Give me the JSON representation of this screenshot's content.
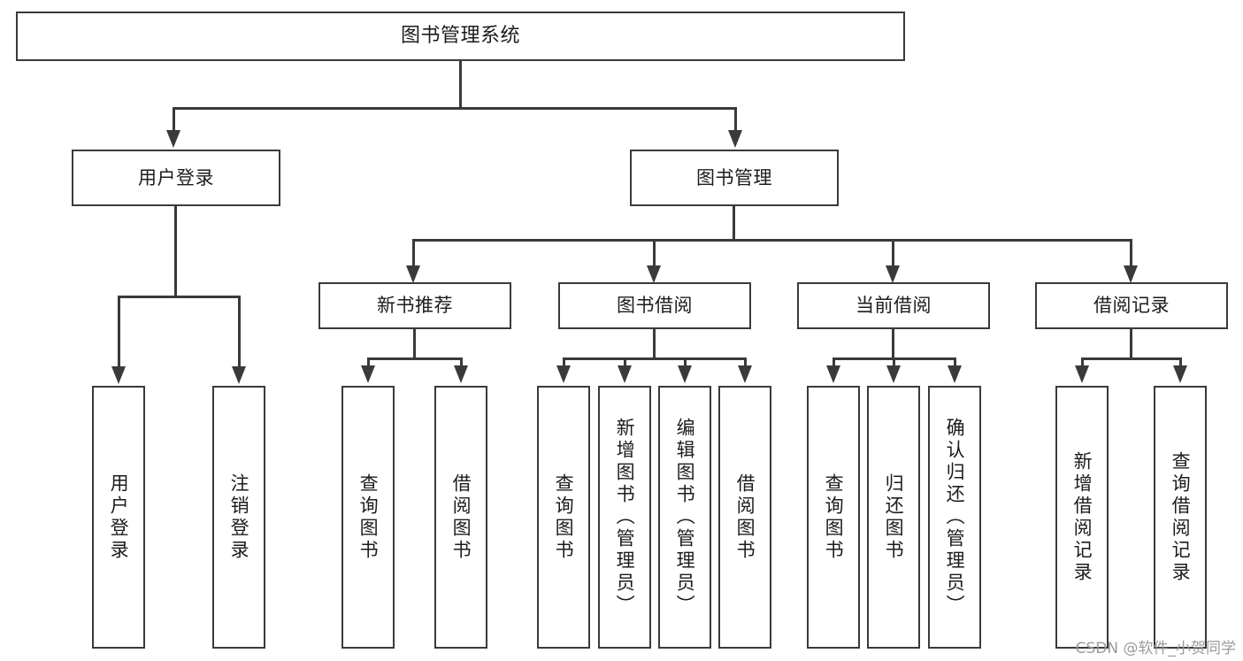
{
  "diagram": {
    "title": "图书管理系统",
    "watermark": "CSDN @软件_小贺同学",
    "line_color": "#3a3a3a",
    "box_fill": "#ffffff",
    "text_color": "#1c1c1c",
    "watermark_color": "#9b9b9b"
  },
  "nodes": {
    "root": {
      "label": "图书管理系统"
    },
    "level2": [
      {
        "label": "用户登录"
      },
      {
        "label": "图书管理"
      }
    ],
    "level3": [
      {
        "label": "新书推荐"
      },
      {
        "label": "图书借阅"
      },
      {
        "label": "当前借阅"
      },
      {
        "label": "借阅记录"
      }
    ],
    "leaves": {
      "user_login": [
        {
          "label": "用户登录"
        },
        {
          "label": "注销登录"
        }
      ],
      "new_book_recommend": [
        {
          "label": "查询图书"
        },
        {
          "label": "借阅图书"
        }
      ],
      "book_borrow": [
        {
          "label": "查询图书"
        },
        {
          "label": "新增图书（管理员）"
        },
        {
          "label": "编辑图书（管理员）"
        },
        {
          "label": "借阅图书"
        }
      ],
      "current_borrow": [
        {
          "label": "查询图书"
        },
        {
          "label": "归还图书"
        },
        {
          "label": "确认归还（管理员）"
        }
      ],
      "borrow_record": [
        {
          "label": "新增借阅记录"
        },
        {
          "label": "查询借阅记录"
        }
      ]
    }
  }
}
